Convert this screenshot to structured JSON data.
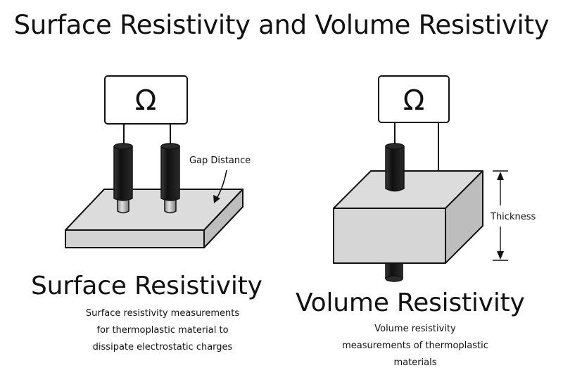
{
  "title": "Surface Resistivity and Volume Resistivity",
  "meter_symbol": "Ω",
  "surface": {
    "title": "Surface Resistivity",
    "gap_label": "Gap Distance",
    "description_lines": [
      "Surface resistivity measurements",
      "for thermoplastic material to",
      "dissipate electrostatic charges"
    ]
  },
  "volume": {
    "title": "Volume Resistivity",
    "thickness_label": "Thickness",
    "description_lines": [
      "Volume resistivity",
      "measurements of thermoplastic",
      "materials"
    ]
  },
  "colors": {
    "block_face": "#d6d6d6",
    "block_side": "#bdbdbd",
    "block_top": "#dcdcdc",
    "probe": "#1e1e1e",
    "probe_tip": "#a9a9a9",
    "outline": "#111111"
  }
}
